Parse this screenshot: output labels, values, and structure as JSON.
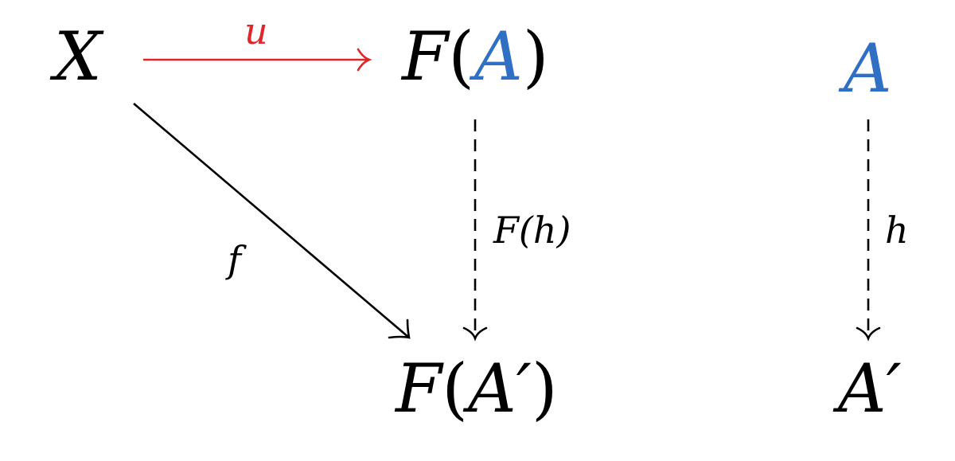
{
  "colors": {
    "ink": "#000000",
    "highlight_object": "#2f6fc4",
    "highlight_arrow": "#e0262b"
  },
  "nodes": {
    "X": "X",
    "F_A": {
      "functor": "F",
      "open": "(",
      "arg": "A",
      "close": ")"
    },
    "F_A_prime": {
      "functor": "F",
      "open": "(",
      "arg": "A′",
      "close": ")"
    },
    "A": "A",
    "A_prime": "A′"
  },
  "arrows": {
    "u": {
      "label": "u",
      "style": "solid"
    },
    "f": {
      "label": "f",
      "style": "solid"
    },
    "F_h": {
      "label": "F(h)",
      "style": "dashed"
    },
    "h": {
      "label": "h",
      "style": "dashed"
    }
  }
}
